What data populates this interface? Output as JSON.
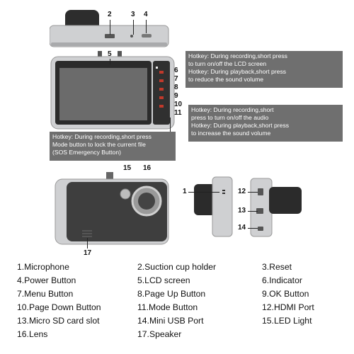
{
  "numbers": {
    "n1": "1",
    "n2": "2",
    "n3": "3",
    "n4": "4",
    "n5": "5",
    "n6": "6",
    "n7": "7",
    "n8": "8",
    "n9": "9",
    "n10": "10",
    "n11": "11",
    "n12": "12",
    "n13": "13",
    "n14": "14",
    "n15": "15",
    "n16": "16",
    "n17": "17"
  },
  "callouts": {
    "menu": [
      "Hotkey: During recording,short press",
      "to turn on/off the LCD screen",
      "Hotkey: During playback,short press",
      "to reduce the sound volume"
    ],
    "pagedown": [
      "Hotkey: During recording,short",
      "press to turn on/off the audio",
      "Hotkey: During playback,short press",
      "to increase the sound volume"
    ],
    "mode": [
      "Hotkey: During recording,short press",
      "Mode button to lock the current file",
      "(SOS Emergency Button)"
    ]
  },
  "legend": [
    [
      "1.Microphone",
      "2.Suction cup holder",
      "3.Reset"
    ],
    [
      "4.Power Button",
      "5.LCD screen",
      "6.Indicator"
    ],
    [
      "7.Menu Button",
      "8.Page Up Button",
      "9.OK Button"
    ],
    [
      "10.Page Down Button",
      "11.Mode Button",
      "12.HDMI Port"
    ],
    [
      "13.Micro SD card slot",
      "14.Mini USB Port",
      "15.LED Light"
    ],
    [
      "16.Lens",
      "17.Speaker",
      ""
    ]
  ],
  "colors": {
    "body_silver": "#c9cacc",
    "body_dark": "#3a3a3a",
    "screen": "#6a6a6a",
    "button_red": "#c0392b",
    "callout_bg": "#6f6f6f"
  }
}
